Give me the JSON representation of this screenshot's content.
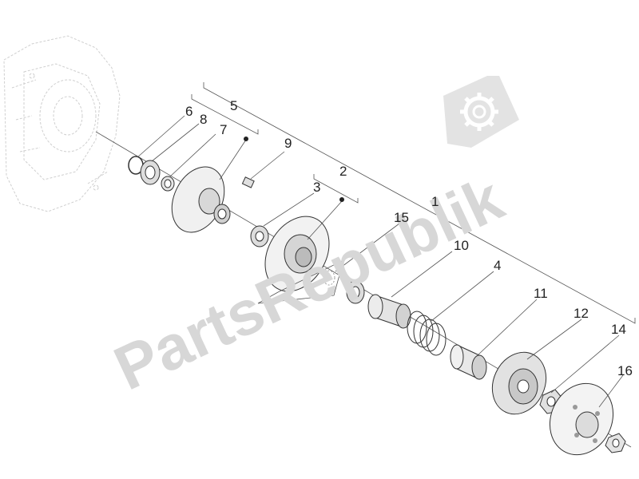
{
  "watermark": {
    "text": "PartsRepublik",
    "icon": "gear-icon"
  },
  "callouts": [
    {
      "id": "c1",
      "label": "1"
    },
    {
      "id": "c2",
      "label": "2"
    },
    {
      "id": "c3",
      "label": "3"
    },
    {
      "id": "c4",
      "label": "4"
    },
    {
      "id": "c5",
      "label": "5"
    },
    {
      "id": "c6",
      "label": "6"
    },
    {
      "id": "c7",
      "label": "7"
    },
    {
      "id": "c8",
      "label": "8"
    },
    {
      "id": "c9",
      "label": "9"
    },
    {
      "id": "c10",
      "label": "10"
    },
    {
      "id": "c11",
      "label": "11"
    },
    {
      "id": "c12",
      "label": "12"
    },
    {
      "id": "c14",
      "label": "14"
    },
    {
      "id": "c15",
      "label": "15"
    },
    {
      "id": "c16",
      "label": "16"
    }
  ]
}
